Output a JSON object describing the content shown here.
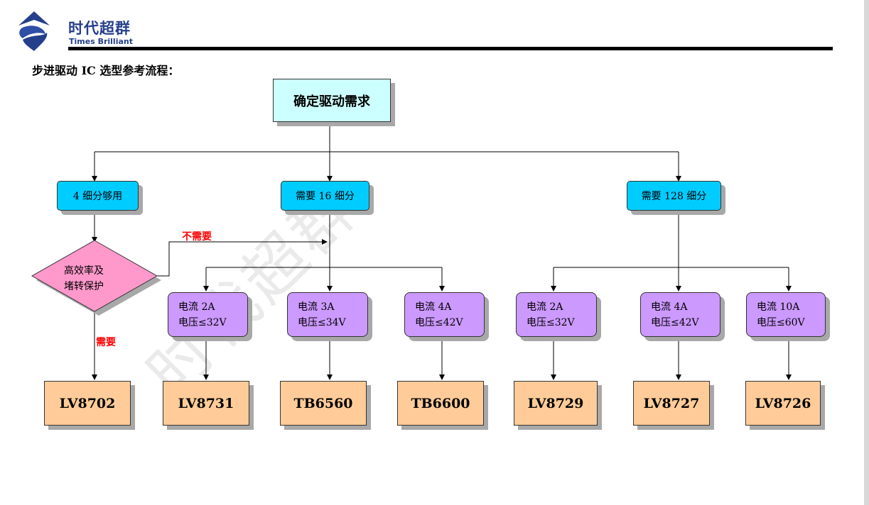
{
  "header": {
    "brand_cn": "时代超群",
    "brand_en": "Times Brilliant",
    "watermark": "时代超群"
  },
  "title": "步进驱动 IC 选型参考流程：",
  "flow": {
    "start": "确定驱动需求",
    "req_4": "4 细分够用",
    "req_16": "需要 16 细分",
    "req_128": "需要 128 细分",
    "decision_line1": "高效率及",
    "decision_line2": "堵转保护",
    "label_no": "不需要",
    "label_yes": "需要",
    "specs": [
      {
        "current": "电流 2A",
        "voltage": "电压≤32V"
      },
      {
        "current": "电流 3A",
        "voltage": "电压≤34V"
      },
      {
        "current": "电流 4A",
        "voltage": "电压≤42V"
      },
      {
        "current": "电流 2A",
        "voltage": "电压≤32V"
      },
      {
        "current": "电流 4A",
        "voltage": "电压≤42V"
      },
      {
        "current": "电流 10A",
        "voltage": "电压≤60V"
      }
    ],
    "chips": [
      "LV8702",
      "LV8731",
      "TB6560",
      "TB6600",
      "LV8729",
      "LV8727",
      "LV8726"
    ]
  },
  "colors": {
    "start_fill": "#ccffff",
    "requirement_fill": "#00ccff",
    "decision_fill": "#ff99cc",
    "spec_fill": "#cc99ff",
    "chip_fill": "#ffcc99",
    "label_red": "#ff0000",
    "brand_blue": "#253f8c"
  }
}
